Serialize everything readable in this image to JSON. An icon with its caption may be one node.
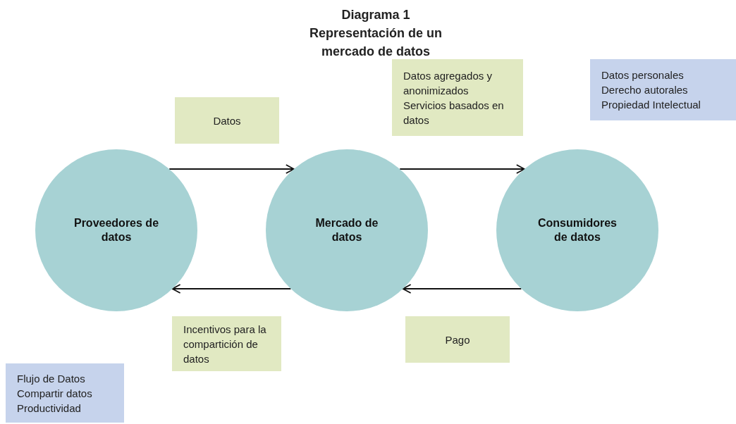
{
  "diagram": {
    "title": "Diagrama 1 Representación de un mercado de datos",
    "nodes": [
      {
        "text": [
          "Datos agregados y anonimizados",
          "Servicios basados en datos"
        ]
      },
      {
        "text": [
          "Datos personales",
          "Derecho autorales",
          "Propiedad Intelectual"
        ]
      },
      {
        "text": [
          "Datos"
        ]
      },
      {
        "text": [
          "Proveedores de datos"
        ]
      },
      {
        "text": [
          "Mercado de datos"
        ]
      },
      {
        "text": [
          "Consumidores de datos"
        ]
      },
      {
        "text": [
          "Incentivos para la compartición de datos"
        ]
      },
      {
        "text": [
          "Pago"
        ]
      },
      {
        "text": [
          "Flujo de Datos",
          "Compartir datos",
          "Productividad"
        ]
      }
    ],
    "edges": [
      {
        "from": 3,
        "to": 4,
        "arrow": "to"
      },
      {
        "from": 4,
        "to": 5,
        "arrow": "to"
      },
      {
        "from": 4,
        "to": 3,
        "arrow": "to"
      },
      {
        "from": 5,
        "to": 4,
        "arrow": "to"
      }
    ]
  }
}
